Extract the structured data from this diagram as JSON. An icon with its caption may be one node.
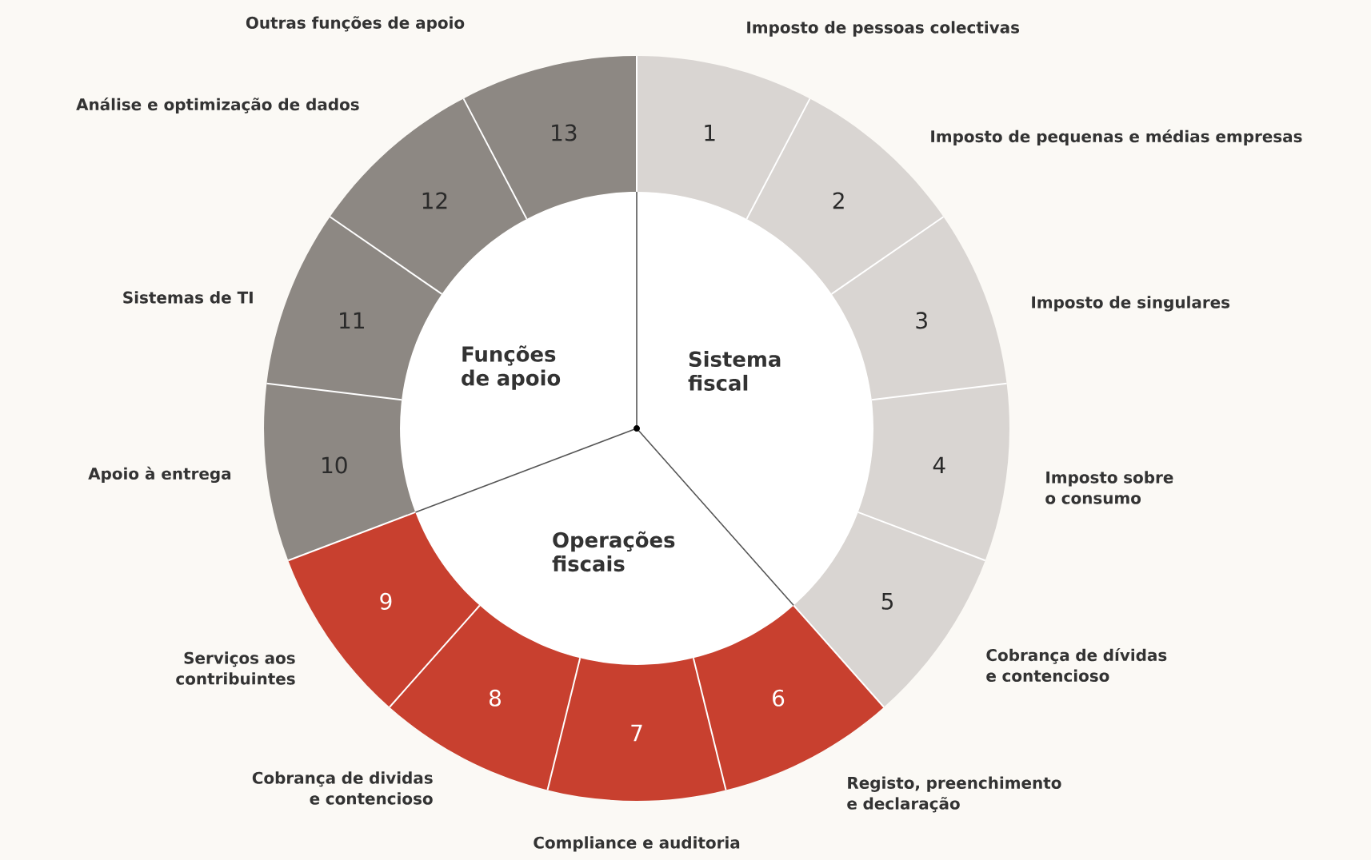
{
  "diagram": {
    "nodes": [
      {
        "text": [
          "Sistema fiscal"
        ]
      },
      {
        "text": [
          "Operações fiscais"
        ]
      },
      {
        "text": [
          "Funções de apoio"
        ]
      },
      {
        "text": [
          "1"
        ],
        "beside": [
          "Imposto de pessoas colectivas"
        ]
      },
      {
        "text": [
          "2"
        ],
        "beside": [
          "Imposto de pequenas e médias empresas"
        ]
      },
      {
        "text": [
          "3"
        ],
        "beside": [
          "Imposto de singulares"
        ]
      },
      {
        "text": [
          "4"
        ],
        "beside": [
          "Imposto sobre o consumo"
        ]
      },
      {
        "text": [
          "5"
        ],
        "beside": [
          "Cobrança de dívidas e contencioso"
        ]
      },
      {
        "text": [
          "6"
        ],
        "beside": [
          "Registo, preenchimento e declaração"
        ]
      },
      {
        "text": [
          "7"
        ],
        "beside": [
          "Compliance e auditoria"
        ]
      },
      {
        "text": [
          "8"
        ],
        "beside": [
          "Cobrança de dividas e contencioso"
        ]
      },
      {
        "text": [
          "9"
        ],
        "beside": [
          "Serviços aos contribuintes"
        ]
      },
      {
        "text": [
          "10"
        ],
        "beside": [
          "Apoio à entrega"
        ]
      },
      {
        "text": [
          "11"
        ],
        "beside": [
          "Sistemas de TI"
        ]
      },
      {
        "text": [
          "12"
        ],
        "beside": [
          "Análise e optimização de dados"
        ]
      },
      {
        "text": [
          "13"
        ],
        "beside": [
          "Outras funções de apoio"
        ]
      }
    ]
  }
}
